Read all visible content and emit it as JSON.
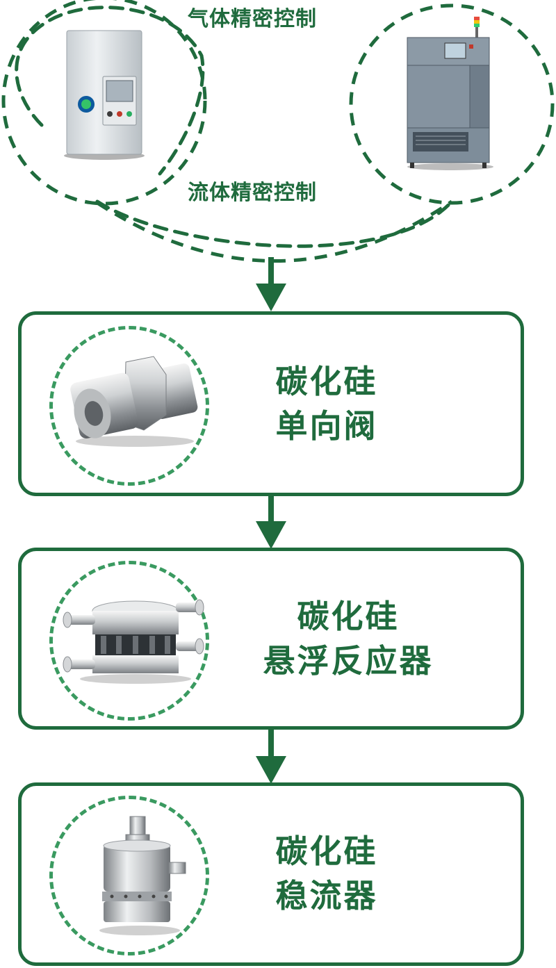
{
  "top": {
    "gas_label": "气体精密控制",
    "fluid_label": "流体精密控制",
    "gas_device_icon": "gas-control-cabinet-icon",
    "fluid_device_icon": "fluid-control-machine-icon"
  },
  "steps": [
    {
      "line1": "碳化硅",
      "line2": "单向阀",
      "icon": "check-valve-icon"
    },
    {
      "line1": "碳化硅",
      "line2": "悬浮反应器",
      "icon": "suspension-reactor-icon"
    },
    {
      "line1": "碳化硅",
      "line2": "稳流器",
      "icon": "flow-stabilizer-icon"
    }
  ],
  "colors": {
    "primary_green": "#1f6b3d",
    "dash_green": "#3a9a60"
  }
}
